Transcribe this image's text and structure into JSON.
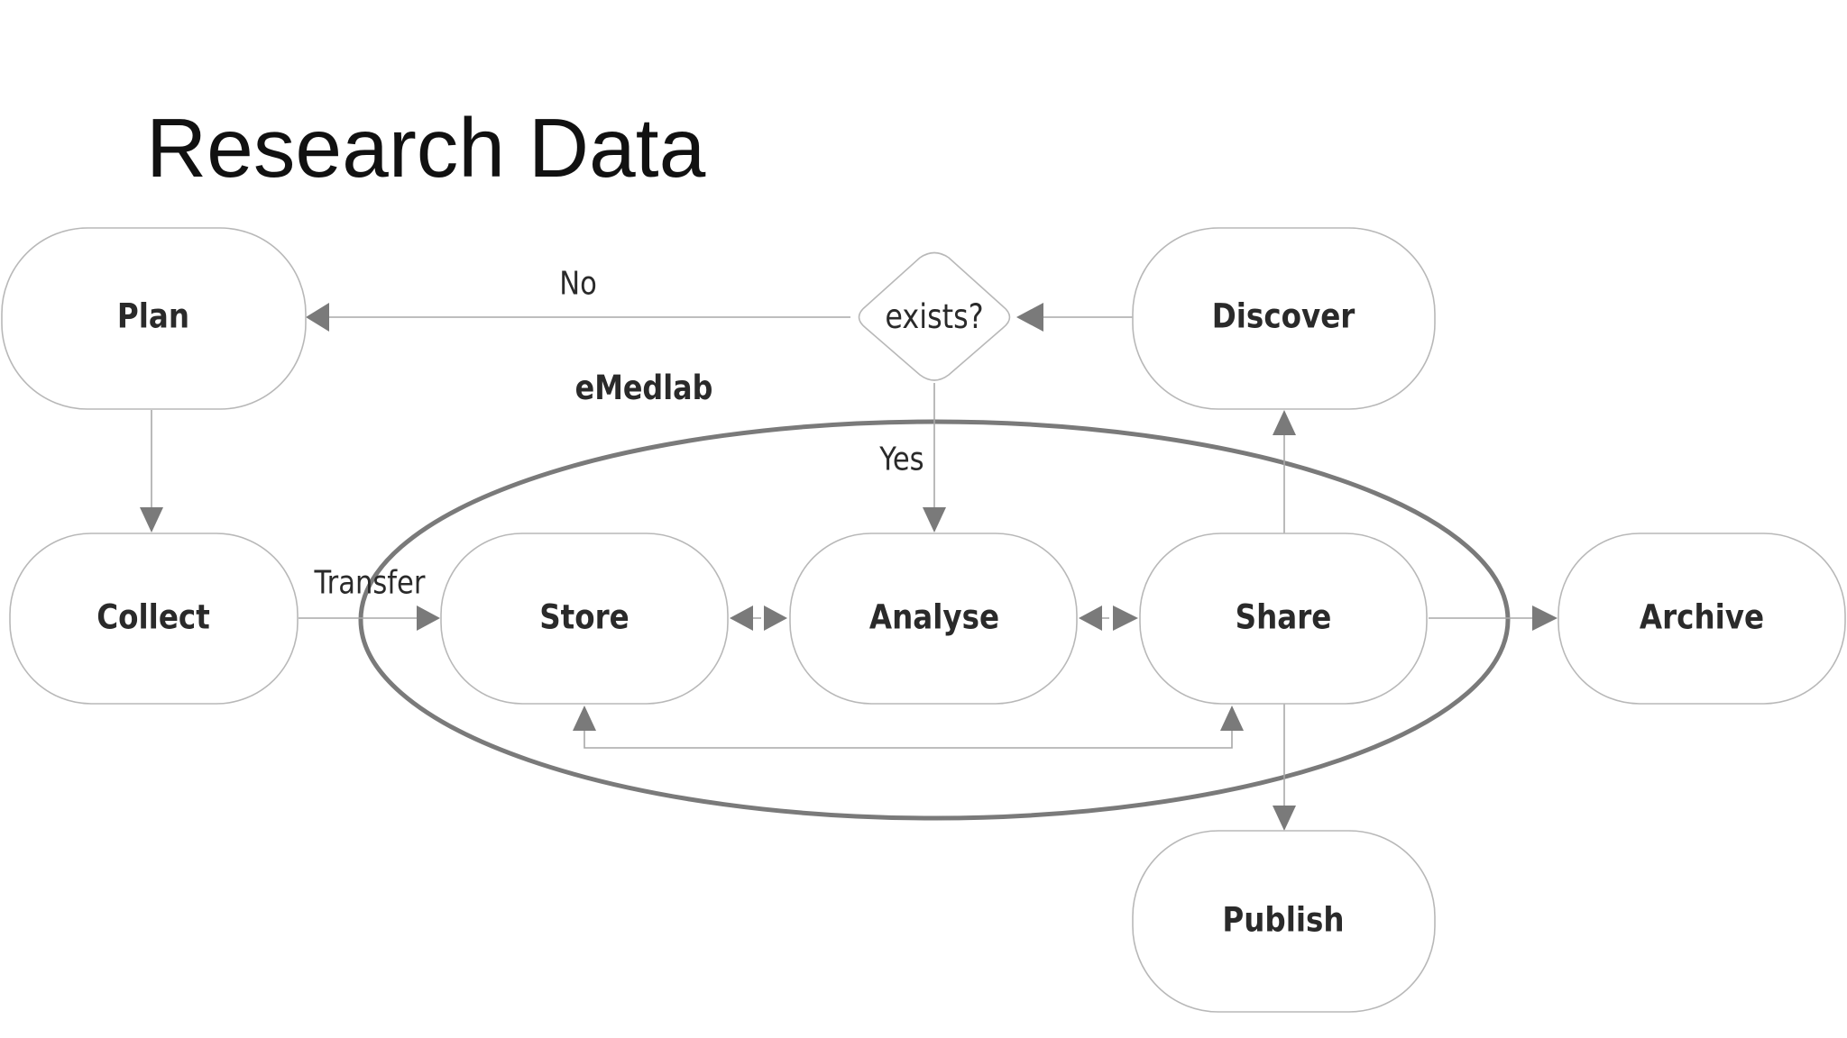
{
  "title": "Research Data",
  "nodes": {
    "plan": "Plan",
    "collect": "Collect",
    "store": "Store",
    "analyse": "Analyse",
    "share": "Share",
    "archive": "Archive",
    "discover": "Discover",
    "publish": "Publish"
  },
  "decision": {
    "label": "exists?"
  },
  "edge_labels": {
    "no": "No",
    "yes": "Yes",
    "transfer": "Transfer"
  },
  "group": {
    "label": "eMedlab"
  },
  "colors": {
    "text": "#2a2a2a",
    "node_border": "#b8b8b8",
    "connector": "#a8a8a8",
    "arrowhead": "#7a7a7a",
    "group_outline": "#7a7a7a"
  }
}
